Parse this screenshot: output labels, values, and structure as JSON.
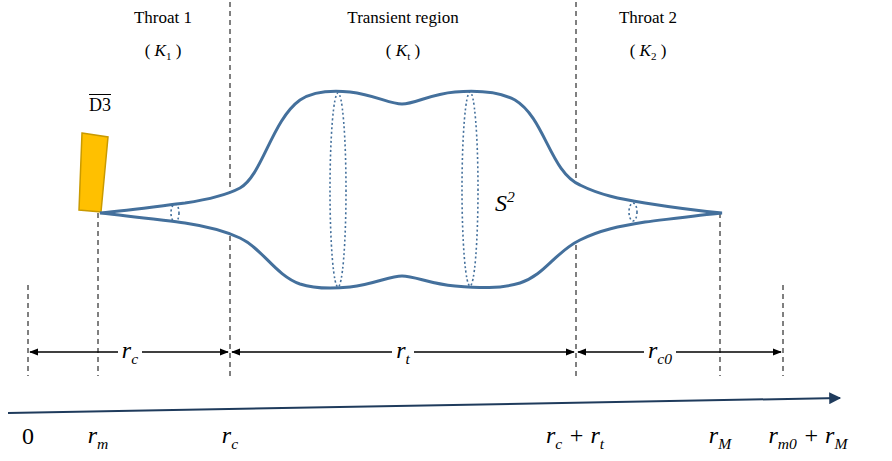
{
  "diagram": {
    "nodes": [
      {
        "text": [
          "D3"
        ]
      },
      {
        "text": [
          "S2"
        ]
      }
    ],
    "labels": [
      "Throat 1",
      "( K1 )",
      "Transient region",
      "( Kt )",
      "Throat 2",
      "( K2 )",
      "rc",
      "rt",
      "rc0",
      "0",
      "rm",
      "rc",
      "rc + rt",
      "rM",
      "rm0 + rM"
    ]
  }
}
